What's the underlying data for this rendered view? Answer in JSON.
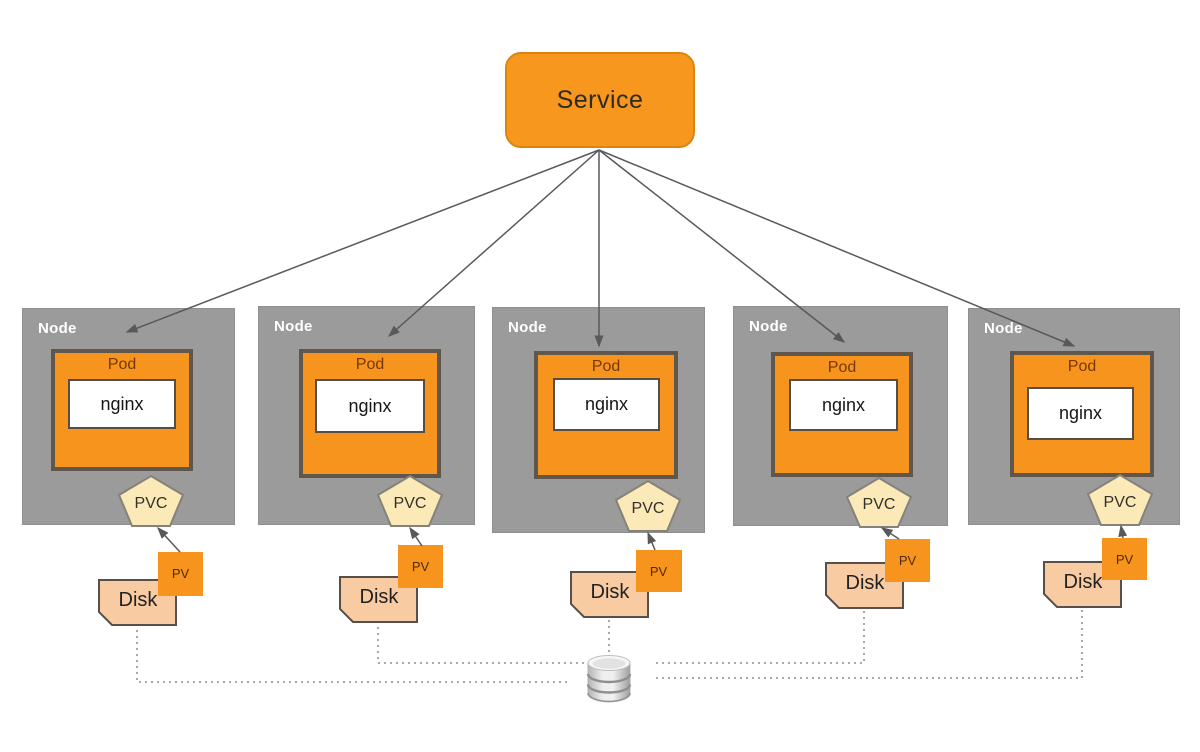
{
  "diagram": {
    "service": {
      "label": "Service"
    },
    "nodes": [
      {
        "label": "Node",
        "pod": {
          "label": "Pod",
          "container": {
            "label": "nginx"
          }
        },
        "pvc": {
          "label": "PVC"
        },
        "pv": {
          "label": "PV"
        },
        "disk": {
          "label": "Disk"
        }
      },
      {
        "label": "Node",
        "pod": {
          "label": "Pod",
          "container": {
            "label": "nginx"
          }
        },
        "pvc": {
          "label": "PVC"
        },
        "pv": {
          "label": "PV"
        },
        "disk": {
          "label": "Disk"
        }
      },
      {
        "label": "Node",
        "pod": {
          "label": "Pod",
          "container": {
            "label": "nginx"
          }
        },
        "pvc": {
          "label": "PVC"
        },
        "pv": {
          "label": "PV"
        },
        "disk": {
          "label": "Disk"
        }
      },
      {
        "label": "Node",
        "pod": {
          "label": "Pod",
          "container": {
            "label": "nginx"
          }
        },
        "pvc": {
          "label": "PVC"
        },
        "pv": {
          "label": "PV"
        },
        "disk": {
          "label": "Disk"
        }
      },
      {
        "label": "Node",
        "pod": {
          "label": "Pod",
          "container": {
            "label": "nginx"
          }
        },
        "pvc": {
          "label": "PVC"
        },
        "pv": {
          "label": "PV"
        },
        "disk": {
          "label": "Disk"
        }
      }
    ],
    "storage": {
      "icon": "database-cylinder-icon"
    },
    "colors": {
      "orange": "#F7941E",
      "service_border": "#DA860E",
      "node_gray": "#9B9B9B",
      "pod_border": "#5F574B",
      "pvc_cream": "#FBE9B8",
      "disk_peach": "#F8CBA2",
      "arrow_gray": "#595959",
      "dotted_gray": "#9E9E9E"
    }
  }
}
